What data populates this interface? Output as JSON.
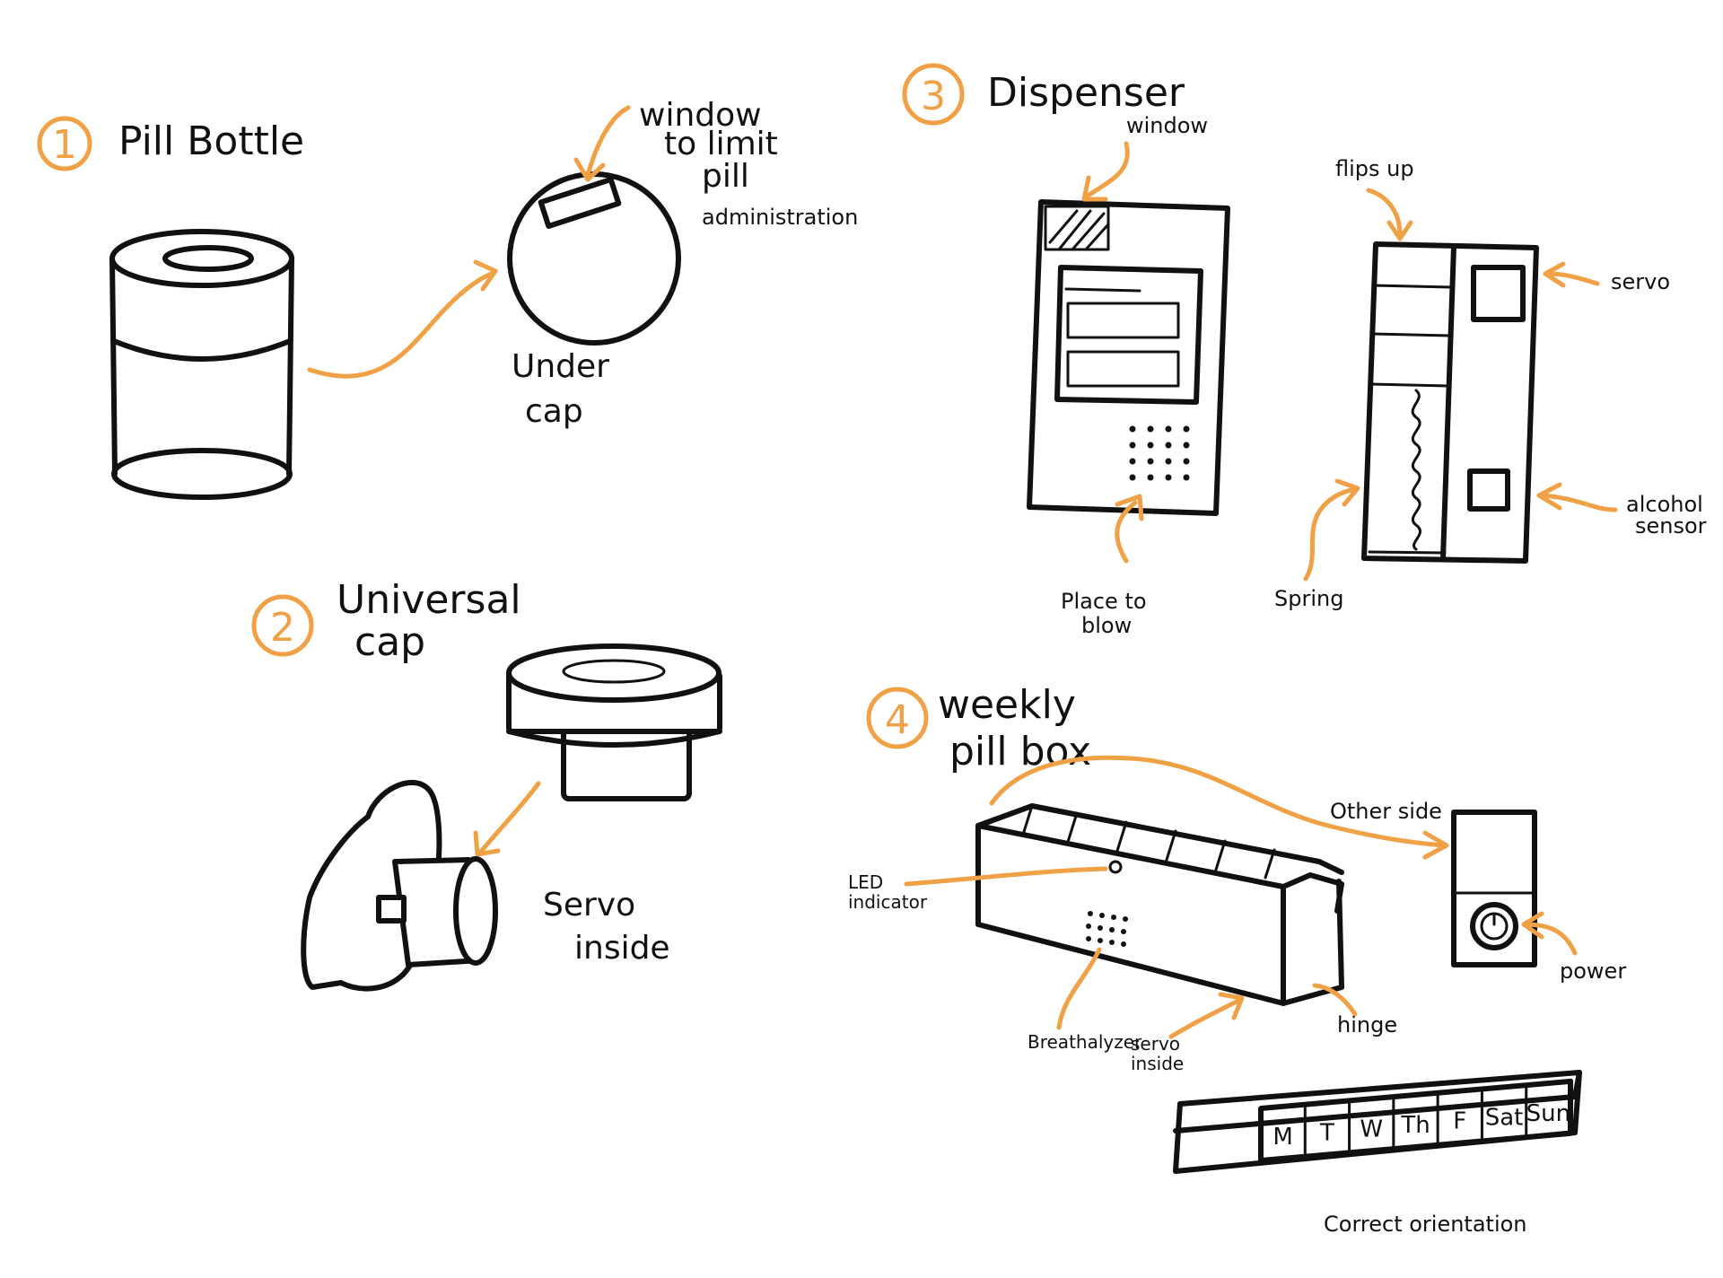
{
  "sections": {
    "pill_bottle": {
      "number": "1",
      "title": "Pill Bottle"
    },
    "universal_cap": {
      "number": "2",
      "title_line1": "Universal",
      "title_line2": "cap"
    },
    "dispenser": {
      "number": "3",
      "title": "Dispenser"
    },
    "weekly_pill_box": {
      "number": "4",
      "title_line1": "weekly",
      "title_line2": "pill box"
    }
  },
  "labels": {
    "window_limit": [
      "window",
      "to limit",
      "pill",
      "administration"
    ],
    "under_cap": [
      "Under",
      "cap"
    ],
    "servo_inside_cap": [
      "Servo",
      "inside"
    ],
    "dispenser_window": "window",
    "place_to_blow": [
      "Place to",
      "blow"
    ],
    "flips_up": "flips up",
    "servo": "servo",
    "alcohol_sensor": [
      "alcohol",
      "sensor"
    ],
    "spring": "Spring",
    "other_side": "Other side",
    "led_indicator": [
      "LED",
      "indicator"
    ],
    "power": "power",
    "breathalyzer": "Breathalyzer",
    "servo_inside_box": [
      "servo",
      "inside"
    ],
    "hinge": "hinge",
    "correct_orientation": "Correct orientation"
  },
  "weekdays": [
    "M",
    "T",
    "W",
    "Th",
    "F",
    "Sat",
    "Sun"
  ],
  "colors": {
    "ink": "#111111",
    "accent": "#F0A045",
    "background": "#FFFFFF"
  }
}
